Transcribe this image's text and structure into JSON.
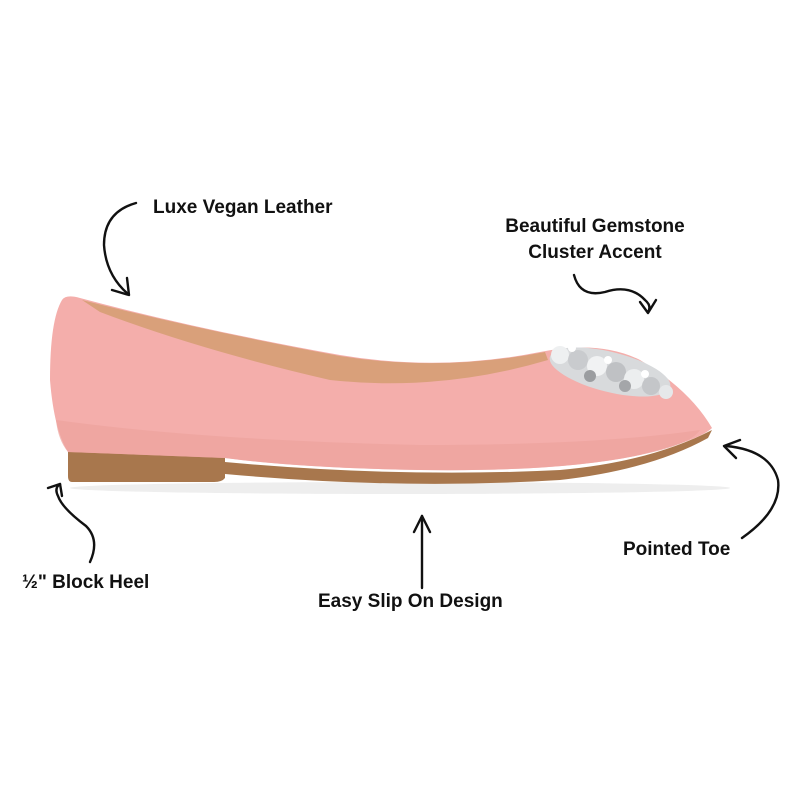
{
  "image": {
    "subject": "pink pointed-toe ballet flat with gemstone cluster accent",
    "colors": {
      "background": "#ffffff",
      "upper": "#f4aeab",
      "upper_shadow": "#e7978f",
      "lining": "#d9a07a",
      "sole": "#a8774d",
      "gem": "#d8dadc",
      "text": "#111111"
    }
  },
  "callouts": {
    "leather": {
      "label": "Luxe Vegan Leather"
    },
    "gemstone": {
      "line1": "Beautiful Gemstone",
      "line2": "Cluster Accent"
    },
    "heel": {
      "label": "½\" Block Heel"
    },
    "slip_on": {
      "label": "Easy Slip On Design"
    },
    "toe": {
      "label": "Pointed Toe"
    }
  }
}
